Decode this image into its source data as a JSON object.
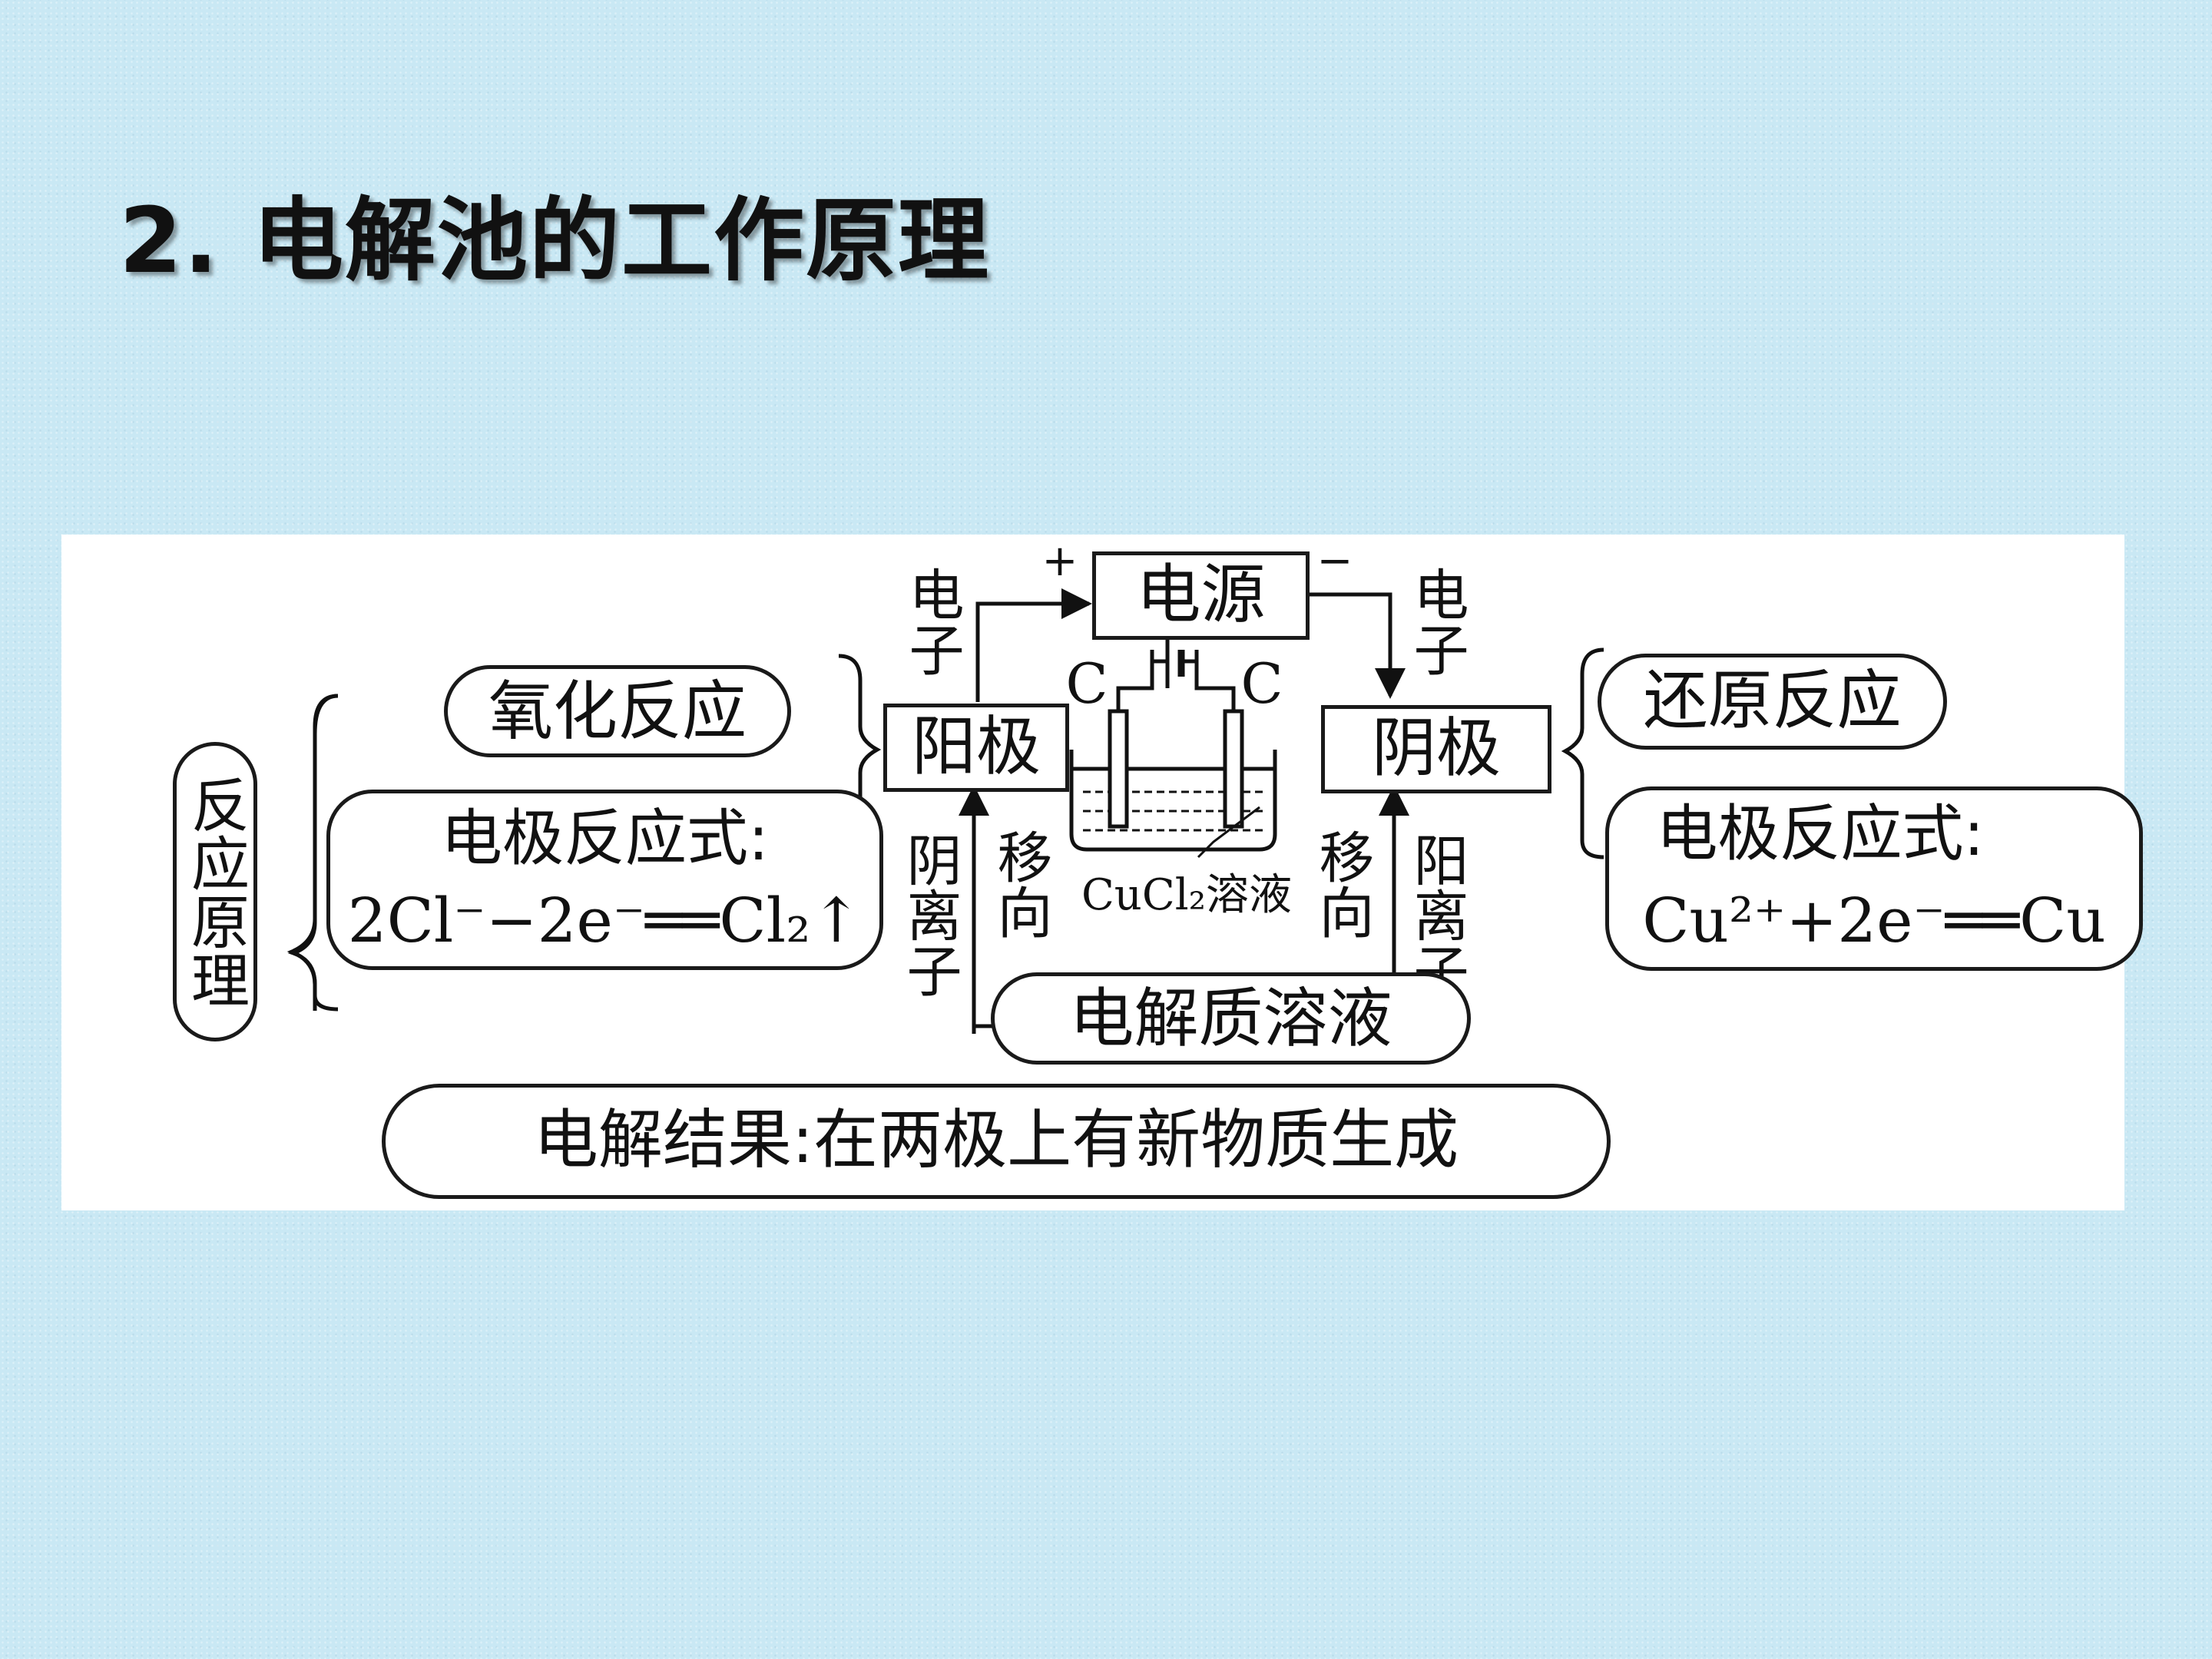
{
  "title": "2. 电解池的工作原理",
  "diagram": {
    "reaction_principle": "反应原理",
    "oxidation": "氧化反应",
    "reduction": "还原反应",
    "electrode_eq_label": "电极反应式:",
    "anode_equation": "2Cl⁻−2e⁻══Cl₂↑",
    "cathode_equation": "Cu²⁺+2e⁻══Cu",
    "anode": "阳极",
    "cathode": "阴极",
    "power_source": "电源",
    "plus": "+",
    "minus": "−",
    "electron": "电子",
    "anion": "阴离子",
    "cation": "阳离子",
    "move_to": "移向",
    "electrode_c": "C",
    "solution": "CuCl₂溶液",
    "electrolyte": "电解质溶液",
    "result": "电解结果:在两极上有新物质生成"
  }
}
